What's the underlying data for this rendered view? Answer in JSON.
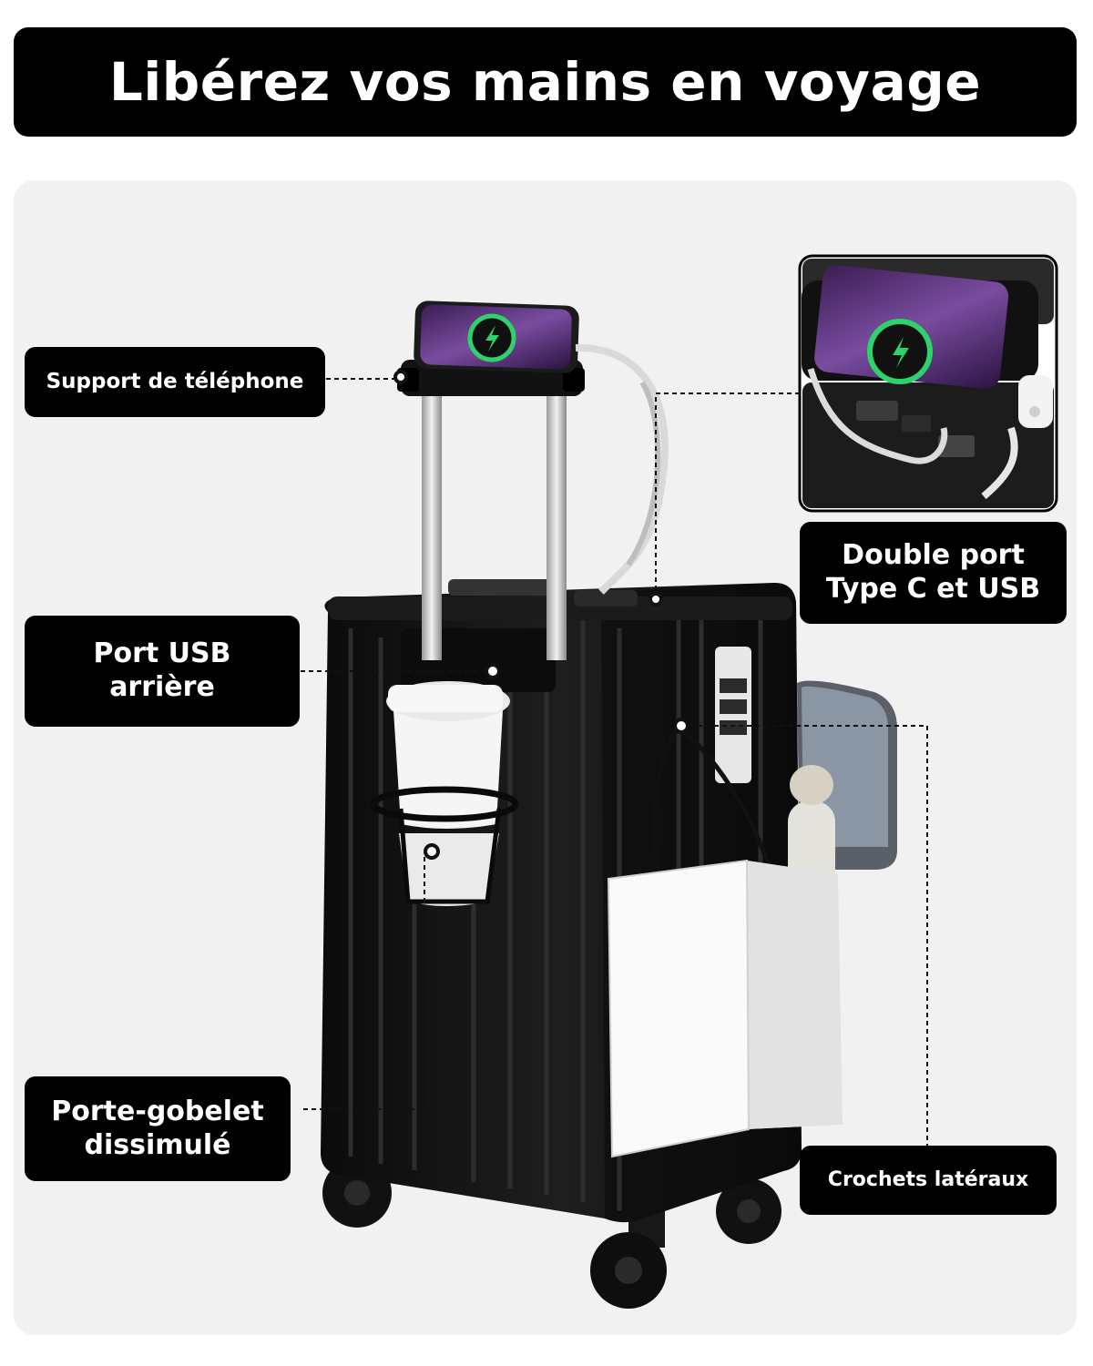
{
  "header": {
    "title": "Libérez vos mains en voyage"
  },
  "callouts": {
    "phone_holder": "Support de téléphone",
    "rear_usb": "Port USB\narrière",
    "cup_holder": "Porte-gobelet\ndissimulé",
    "dual_port": "Double port\nType C et USB",
    "side_hooks": "Crochets latéraux"
  },
  "colors": {
    "banner_bg": "#000000",
    "panel_bg": "#f1f1f1",
    "suitcase": "#141414",
    "phone_screen": "#6a3e8a",
    "charge_ring": "#2fd16a",
    "bag": "#f4f4f4"
  },
  "icons": [
    "charging-bolt-icon"
  ]
}
